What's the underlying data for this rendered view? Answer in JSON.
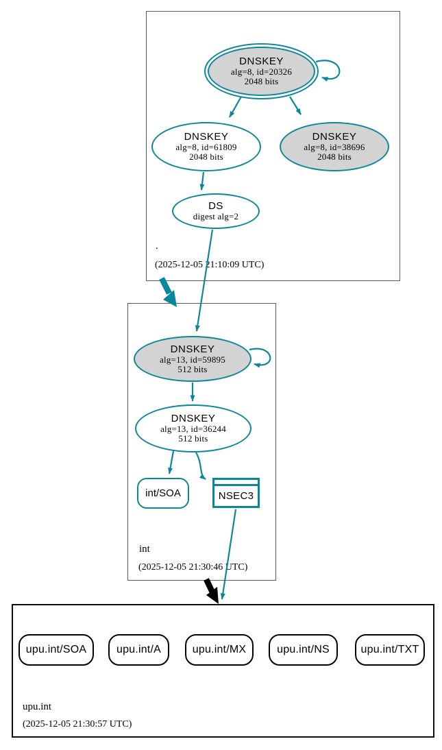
{
  "colors": {
    "secure_teal": "#0a879a",
    "node_fill_gray": "#d3d3d3",
    "node_fill_white": "#ffffff",
    "zone_border_gray": "#5c5c5c",
    "zone_border_black": "#0d0d0d",
    "insecure_black": "#000000"
  },
  "zones": [
    {
      "name": ".",
      "timestamp": "(2025-12-05 21:10:09 UTC)",
      "nodes": {
        "ksk": {
          "title": "DNSKEY",
          "line2": "alg=8, id=20326",
          "line3": "2048 bits"
        },
        "zsk": {
          "title": "DNSKEY",
          "line2": "alg=8, id=61809",
          "line3": "2048 bits"
        },
        "key3": {
          "title": "DNSKEY",
          "line2": "alg=8, id=38696",
          "line3": "2048 bits"
        },
        "ds": {
          "title": "DS",
          "line2": "digest alg=2"
        }
      }
    },
    {
      "name": "int",
      "timestamp": "(2025-12-05 21:30:46 UTC)",
      "nodes": {
        "ksk": {
          "title": "DNSKEY",
          "line2": "alg=13, id=59895",
          "line3": "512 bits"
        },
        "zsk": {
          "title": "DNSKEY",
          "line2": "alg=13, id=36244",
          "line3": "512 bits"
        },
        "soa": {
          "label": "int/SOA"
        },
        "nsec3": {
          "label": "NSEC3"
        }
      }
    },
    {
      "name": "upu.int",
      "timestamp": "(2025-12-05 21:30:57 UTC)",
      "rrsets": [
        {
          "label": "upu.int/SOA"
        },
        {
          "label": "upu.int/A"
        },
        {
          "label": "upu.int/MX"
        },
        {
          "label": "upu.int/NS"
        },
        {
          "label": "upu.int/TXT"
        }
      ]
    }
  ]
}
